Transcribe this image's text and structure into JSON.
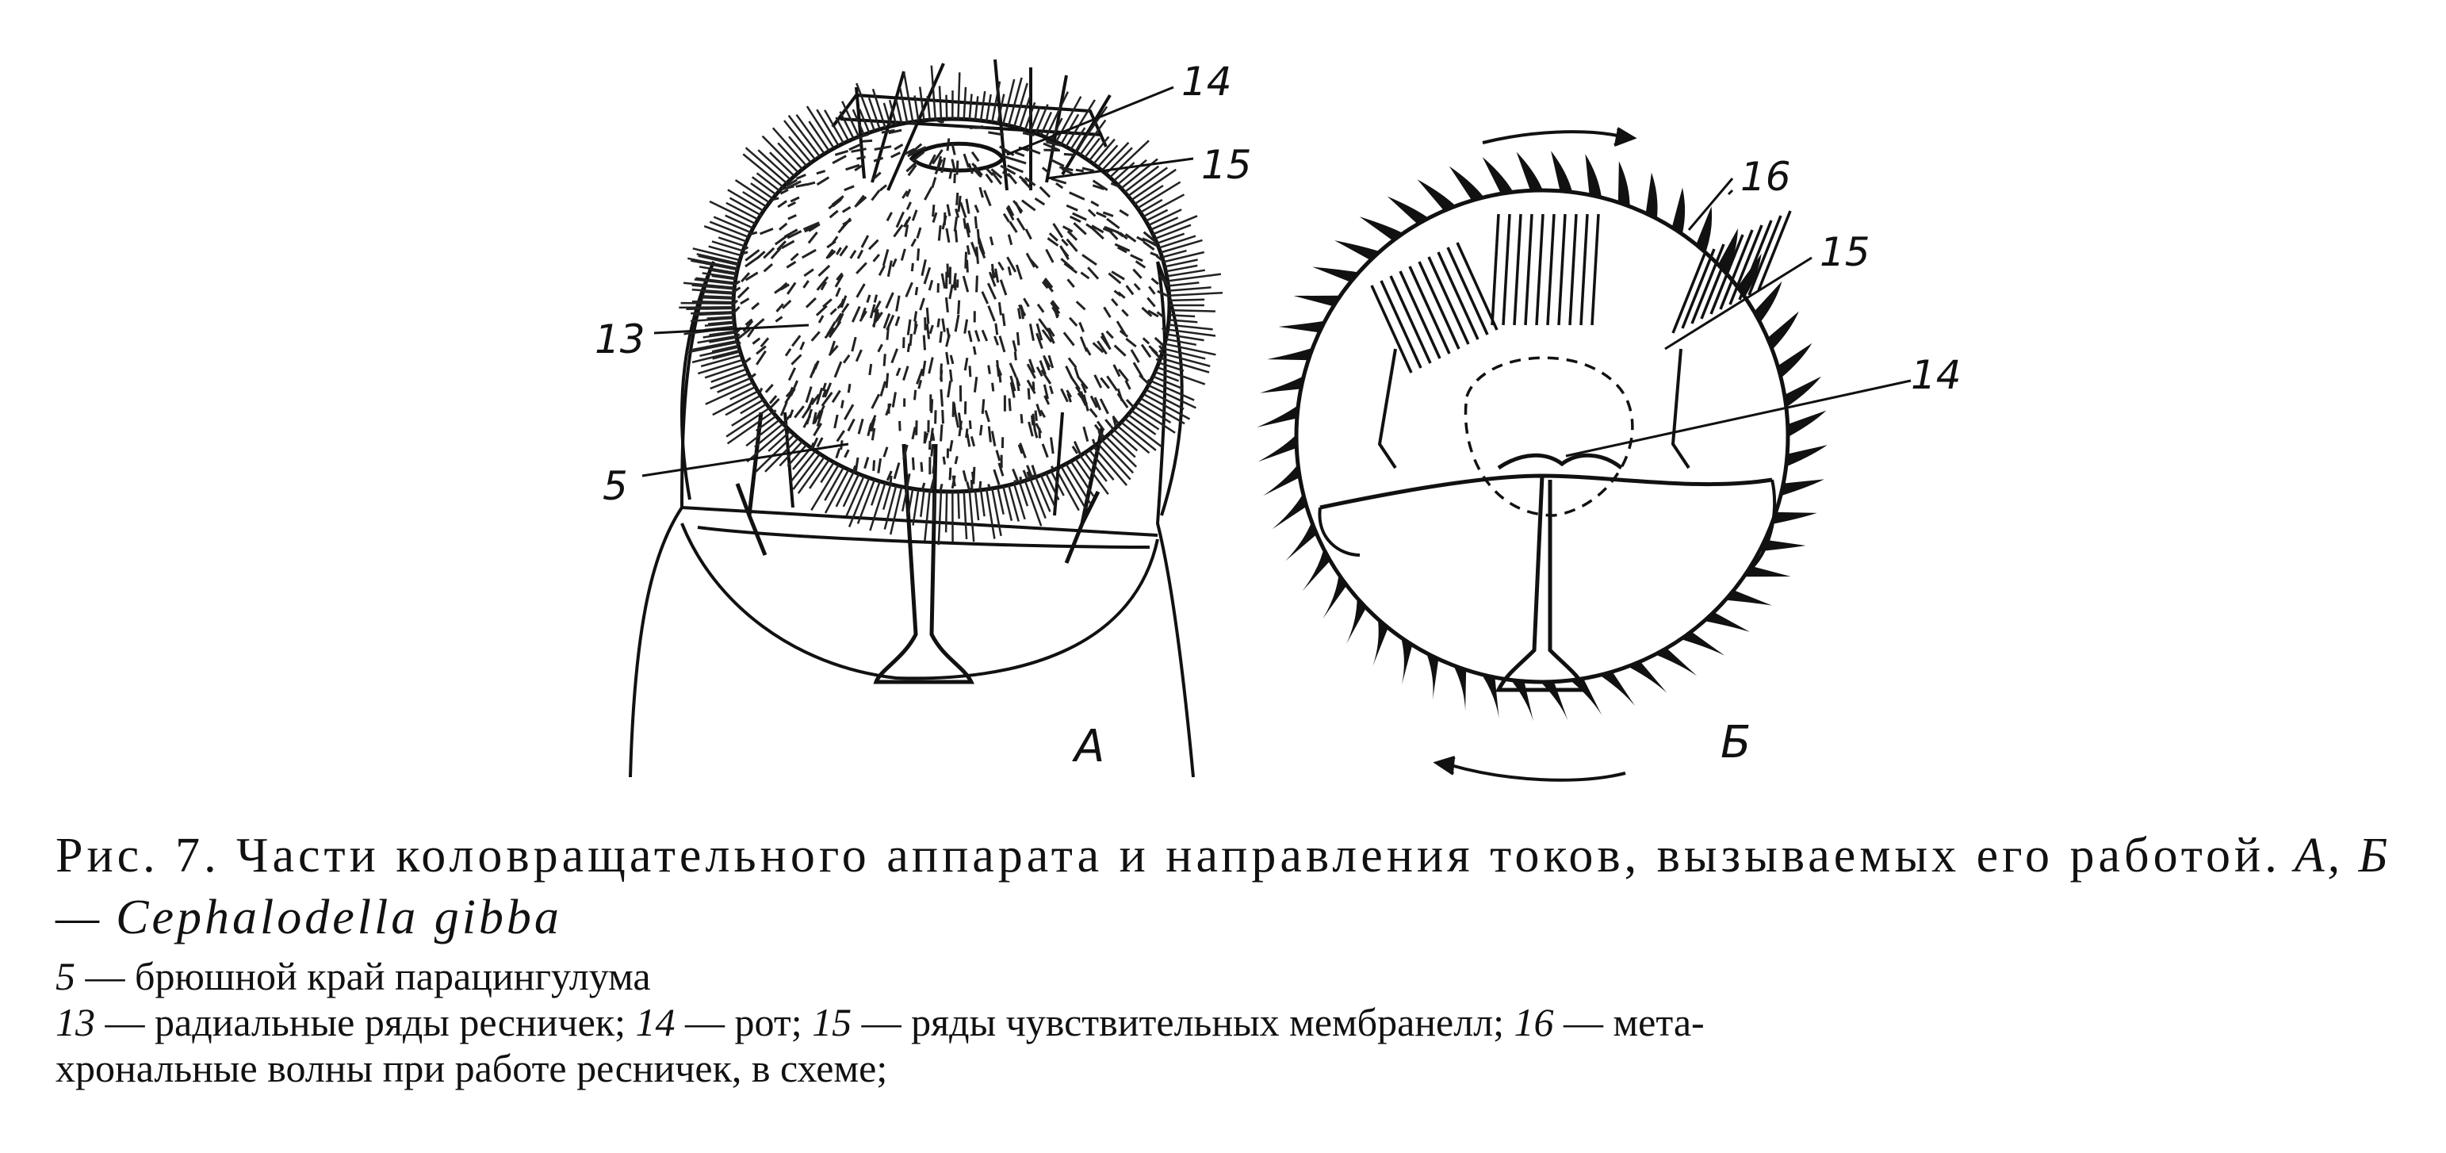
{
  "figure": {
    "panel_a": {
      "letter": "А",
      "callouts": [
        "14",
        "15",
        "13",
        "5"
      ]
    },
    "panel_b": {
      "letter": "Б",
      "callouts": [
        "16",
        "15",
        "14"
      ]
    }
  },
  "caption": {
    "main_prefix": "Рис. 7. Части коловращательного аппарата и направления токов, вызываемых его работой.",
    "main_panels": "А, Б —",
    "main_species": "Cephalodella gibba",
    "legend_line1": {
      "num": "5",
      "text": "— брюшной край парацингулума"
    },
    "legend_line2": [
      {
        "num": "13",
        "text": "— радиальные ряды ресничек;"
      },
      {
        "num": "14",
        "text": "— рот;"
      },
      {
        "num": "15",
        "text": "— ряды чувствительных мембранелл;"
      },
      {
        "num": "16",
        "text": "— мета-"
      }
    ],
    "legend_line3": "хрональные волны при работе ресничек, в схеме;"
  }
}
